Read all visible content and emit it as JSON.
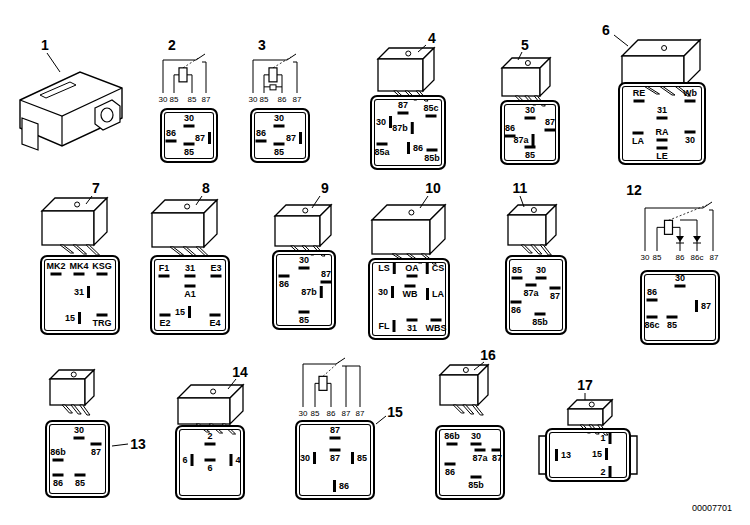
{
  "diagram": {
    "nodes": [
      {
        "text": [
          "30",
          "86",
          "87",
          "85"
        ]
      },
      {
        "text": [
          "30",
          "86",
          "87",
          "85"
        ]
      },
      {
        "text": [
          "30",
          "87",
          "85c",
          "87b",
          "85a",
          "86",
          "85b"
        ]
      },
      {
        "text": [
          "30",
          "86",
          "87a",
          "87",
          "85"
        ]
      },
      {
        "text": [
          "RE",
          "Wb",
          "31",
          "LA",
          "RA",
          "30",
          "LE"
        ]
      },
      {
        "text": [
          "MK2",
          "MK4",
          "KSG",
          "31",
          "15",
          "TRG"
        ]
      },
      {
        "text": [
          "F1",
          "31",
          "E3",
          "A1",
          "15",
          "E2",
          "E4"
        ]
      },
      {
        "text": [
          "30",
          "86",
          "87",
          "87b",
          "85"
        ]
      },
      {
        "text": [
          "LS",
          "OA",
          "CS",
          "30",
          "WB",
          "LA",
          "FL",
          "31",
          "WBS"
        ]
      },
      {
        "text": [
          "85",
          "30",
          "87a",
          "87",
          "86",
          "85b"
        ]
      },
      {
        "text": [
          "30",
          "86",
          "87",
          "86c",
          "85"
        ]
      },
      {
        "text": [
          "30",
          "86b",
          "87",
          "86",
          "85"
        ]
      },
      {
        "text": [
          "2",
          "6",
          "6",
          "4"
        ]
      },
      {
        "text": [
          "87",
          "30",
          "87",
          "85",
          "86"
        ]
      },
      {
        "text": [
          "86b",
          "30",
          "87a",
          "87",
          "86",
          "85b"
        ]
      },
      {
        "text": [
          "1",
          "13",
          "15",
          "2"
        ]
      }
    ],
    "labels": [
      "1",
      "2",
      "30",
      "85",
      "85",
      "87",
      "3",
      "30",
      "85",
      "86",
      "87",
      "4",
      "5",
      "6",
      "7",
      "8",
      "9",
      "10",
      "11",
      "12",
      "30",
      "85",
      "86",
      "86c",
      "87",
      "13",
      "14",
      "15",
      "30",
      "85",
      "86",
      "87",
      "87",
      "16",
      "17",
      "00007701"
    ]
  }
}
